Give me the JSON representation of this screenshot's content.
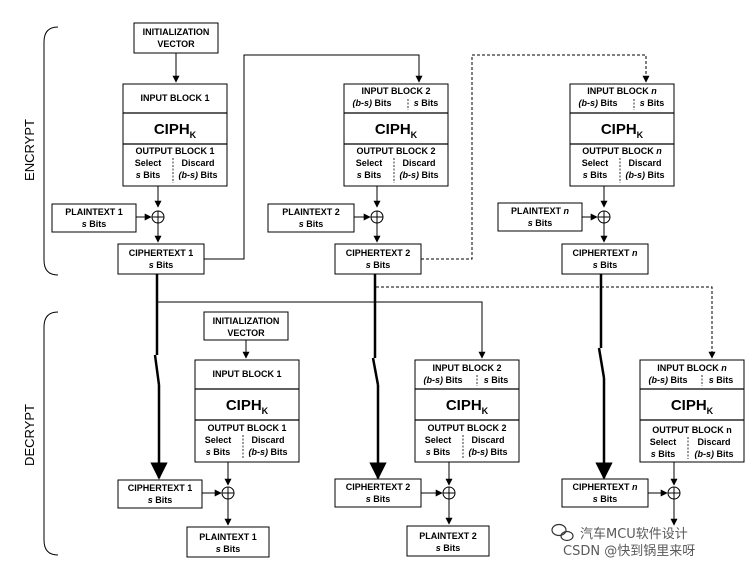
{
  "sections": {
    "encrypt": "ENCRYPT",
    "decrypt": "DECRYPT"
  },
  "iv": {
    "line1": "INITIALIZATION",
    "line2": "VECTOR"
  },
  "ciph": {
    "main": "CIPH",
    "sub": "K"
  },
  "input_block_1": "INPUT BLOCK 1",
  "input_block_2": "INPUT BLOCK 2",
  "input_block_n": "INPUT BLOCK ",
  "output_block_1": "OUTPUT BLOCK 1",
  "output_block_2": "OUTPUT BLOCK 2",
  "output_block_n_enc": "OUTPUT BLOCK ",
  "output_block_n_dec": "OUTPUT BLOCK n",
  "n": "n",
  "select": "Select",
  "discard": "Discard",
  "s_bits": "s",
  "bits": " Bits",
  "bs_bits": "(b-s)",
  "plaintext_1": "PLAINTEXT 1",
  "plaintext_2": "PLAINTEXT 2",
  "plaintext_n": "PLAINTEXT ",
  "ciphertext_1": "CIPHERTEXT 1",
  "ciphertext_2": "CIPHERTEXT 2",
  "ciphertext_n": "CIPHERTEXT ",
  "watermark_1": "汽车MCU软件设计",
  "watermark_2": "CSDN @快到锅里来呀",
  "watermark_icon": "wechat-icon"
}
